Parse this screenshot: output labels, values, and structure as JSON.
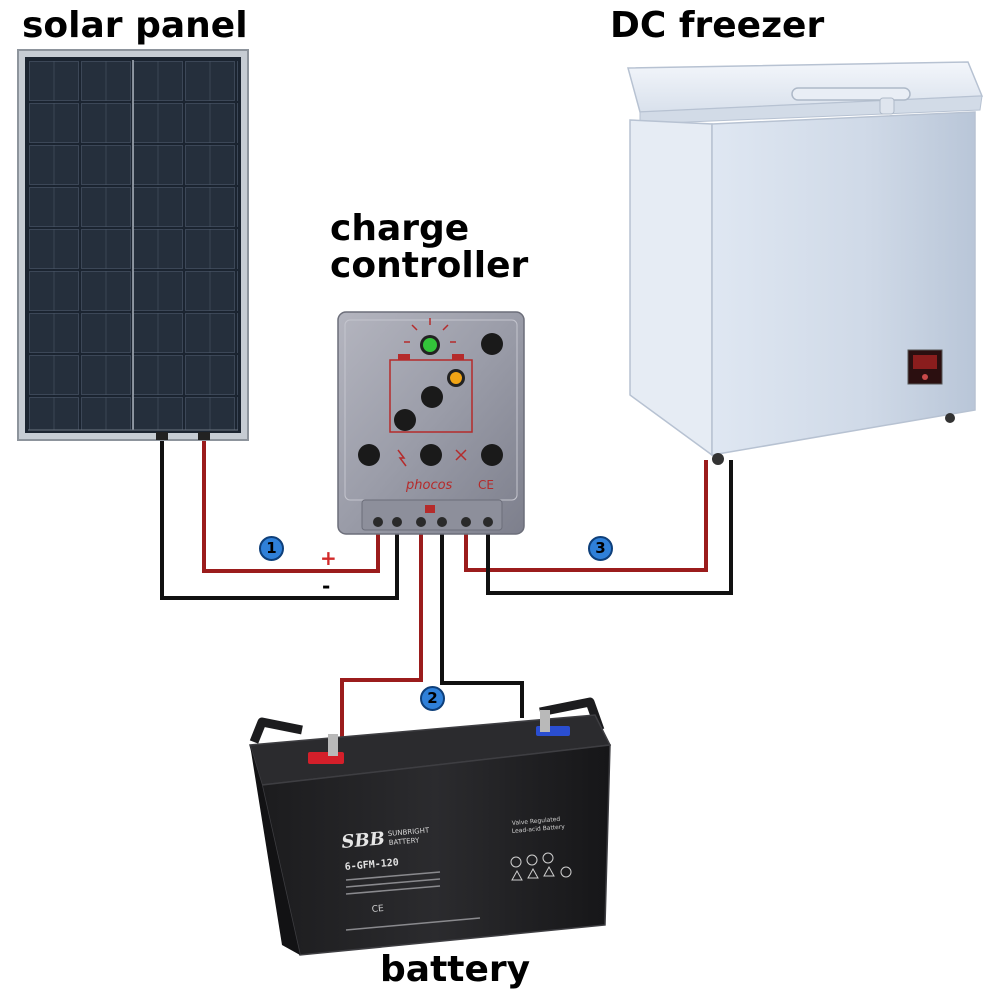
{
  "labels": {
    "solar_panel": "solar panel",
    "dc_freezer": "DC freezer",
    "charge_controller_line1": "charge",
    "charge_controller_line2": "controller",
    "battery": "battery"
  },
  "connections": {
    "solar_number": "1",
    "battery_number": "2",
    "freezer_number": "3",
    "plus": "+",
    "minus": "-"
  },
  "controller": {
    "brand": "phocos",
    "ce_mark": "CE"
  },
  "battery_unit": {
    "brand_logo": "SBB",
    "brand_name_line1": "SUNBRIGHT",
    "brand_name_line2": "BATTERY",
    "model": "6-GFM-120",
    "type_line1": "Valve Regulated",
    "type_line2": "Lead-acid Battery",
    "cert": "CE"
  },
  "colors": {
    "wire_positive": "#9b1c1c",
    "wire_negative": "#111111",
    "badge_fill": "#2f80d9"
  }
}
